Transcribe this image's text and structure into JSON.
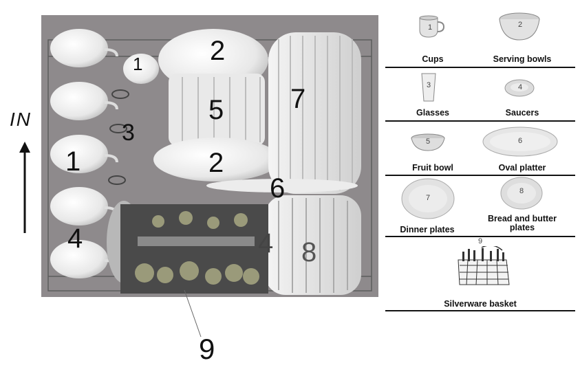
{
  "diagram": {
    "direction_label": "IN",
    "photo_numbers": [
      "2",
      "1",
      "5",
      "7",
      "3",
      "1",
      "2",
      "6",
      "4",
      "4",
      "8"
    ],
    "basket_callout": "9"
  },
  "legend": {
    "items": [
      {
        "num": "1",
        "label": "Cups",
        "icon": "cup-icon"
      },
      {
        "num": "2",
        "label": "Serving bowls",
        "icon": "serving-bowl-icon"
      },
      {
        "num": "3",
        "label": "Glasses",
        "icon": "glass-icon"
      },
      {
        "num": "4",
        "label": "Saucers",
        "icon": "saucer-icon"
      },
      {
        "num": "5",
        "label": "Fruit bowl",
        "icon": "fruit-bowl-icon"
      },
      {
        "num": "6",
        "label": "Oval platter",
        "icon": "oval-platter-icon"
      },
      {
        "num": "7",
        "label": "Dinner plates",
        "icon": "dinner-plate-icon"
      },
      {
        "num": "8",
        "label": "Bread and butter plates",
        "icon": "bread-plate-icon"
      },
      {
        "num": "9",
        "label": "Silverware basket",
        "icon": "silverware-basket-icon"
      }
    ]
  }
}
